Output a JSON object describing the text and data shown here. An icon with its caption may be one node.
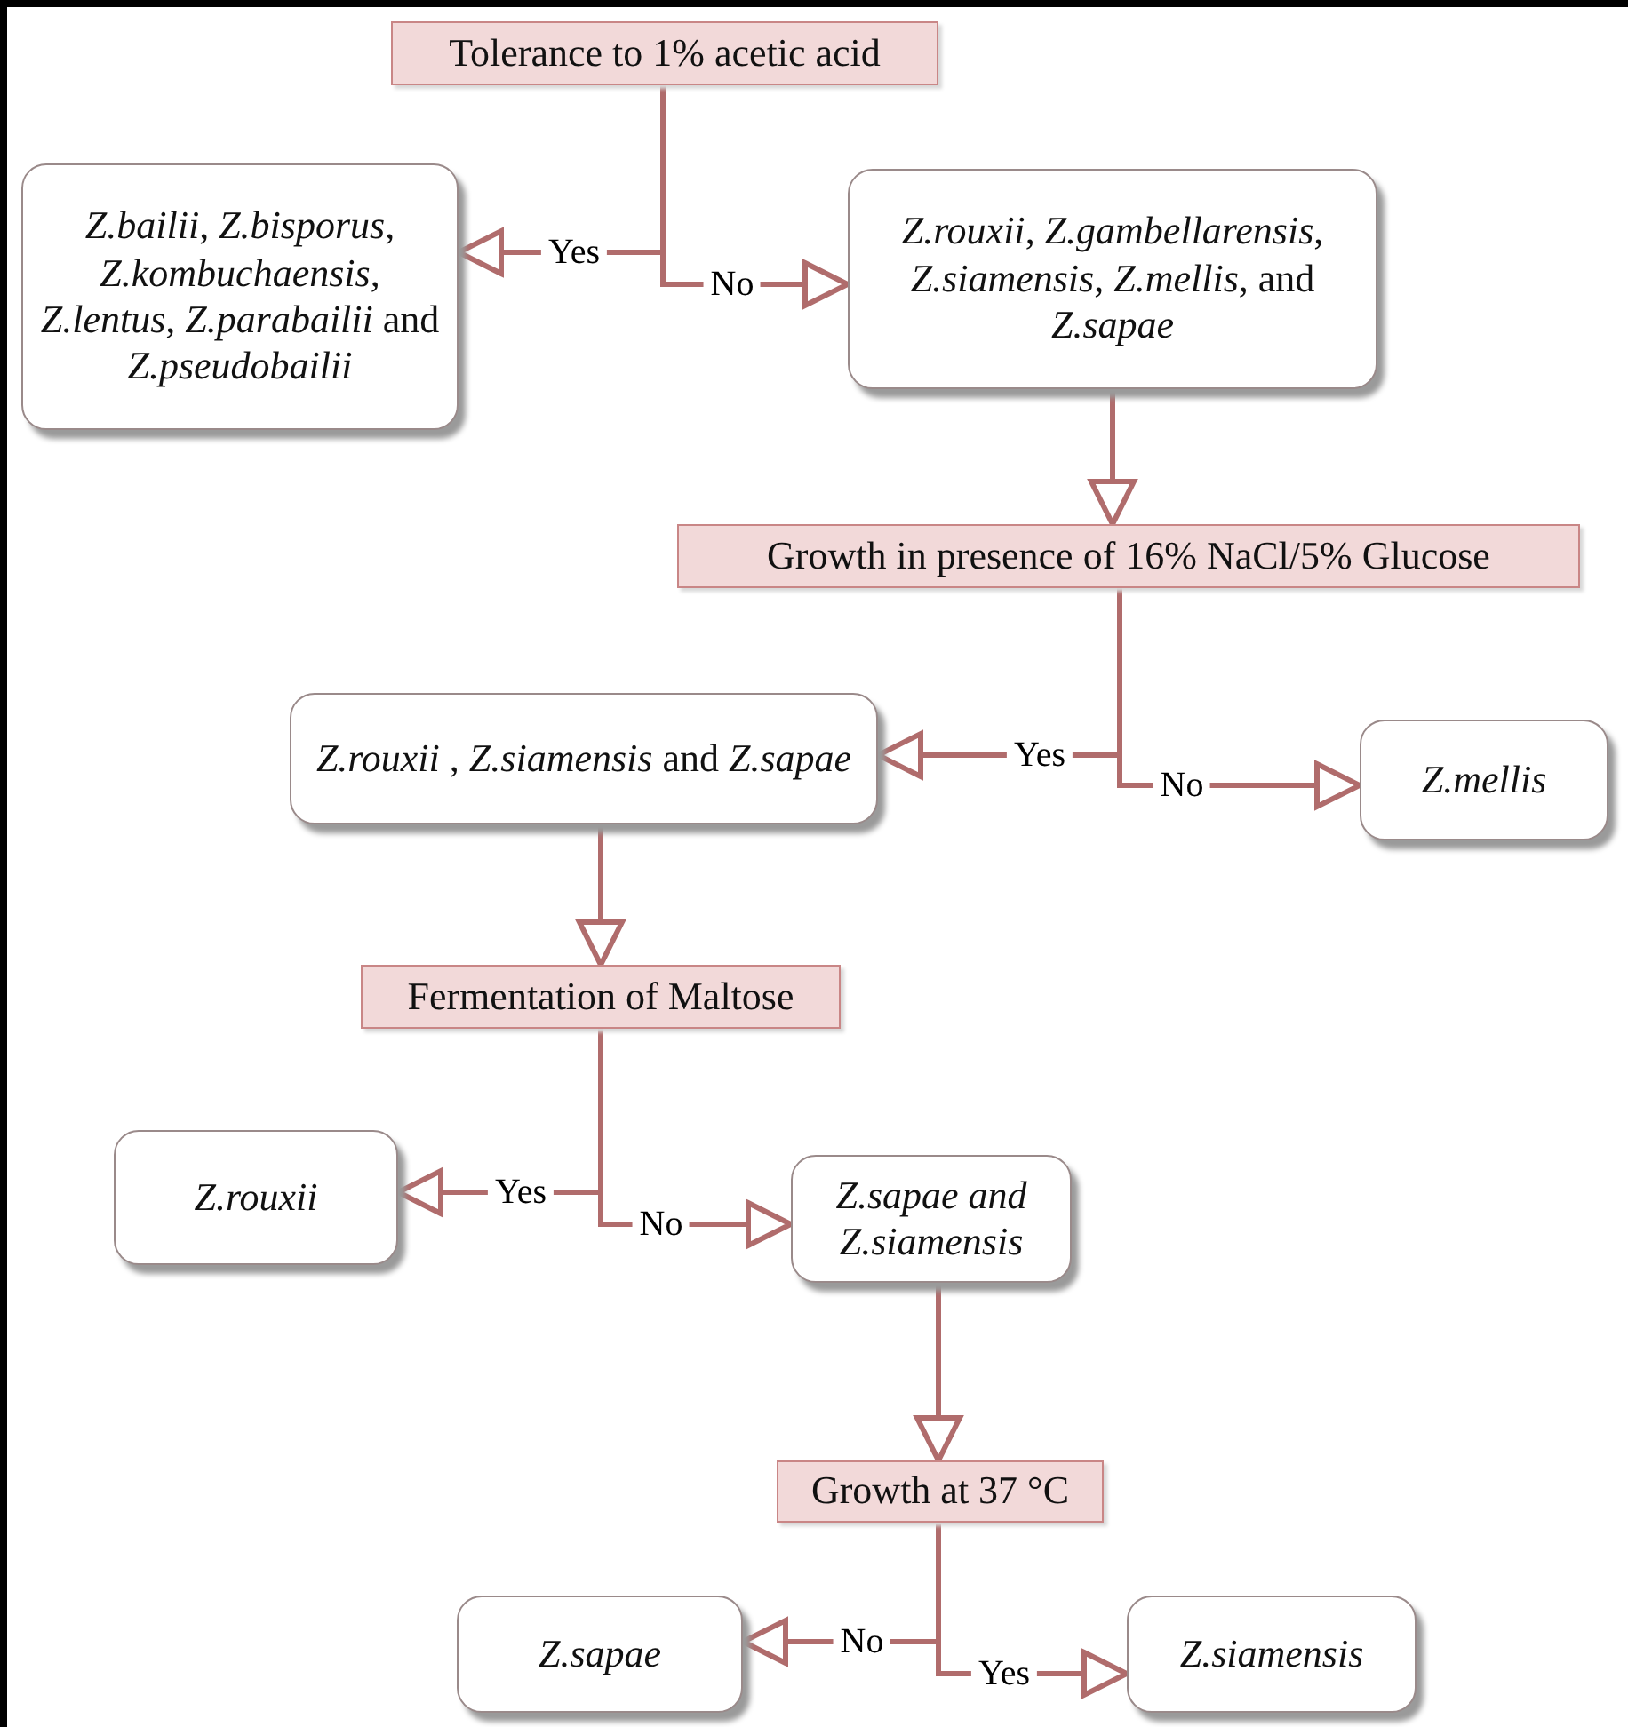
{
  "diagram": {
    "nodes": [
      {
        "text": [
          "Tolerance to 1% acetic acid"
        ]
      },
      {
        "text": [
          "*Z.bailii*, *Z.bisporus*, *Z.kombuchaensis*, *Z.lentus*, *Z.parabailii* and *Z.pseudobailii*"
        ]
      },
      {
        "text": [
          "*Z.rouxii*, *Z.gambellarensis*, *Z.siamensis*, *Z.mellis*, and *Z.sapae*"
        ]
      },
      {
        "text": [
          "Growth in  presence of 16% NaCl/5% Glucose"
        ]
      },
      {
        "text": [
          "*Z.rouxii* , *Z.siamensis* and *Z.sapae*"
        ]
      },
      {
        "text": [
          "Z.mellis"
        ]
      },
      {
        "text": [
          "Fermentation of Maltose"
        ]
      },
      {
        "text": [
          "Z.rouxii"
        ]
      },
      {
        "text": [
          "Z.sapae and Z.siamensis"
        ]
      },
      {
        "text": [
          "Growth at 37 °C"
        ]
      },
      {
        "text": [
          "Z.sapae"
        ]
      },
      {
        "text": [
          "Z.siamensis"
        ]
      }
    ],
    "edges": [
      {
        "from": 0,
        "to": 1,
        "arrow": "to",
        "label": "Yes"
      },
      {
        "from": 0,
        "to": 2,
        "arrow": "to",
        "label": "No"
      },
      {
        "from": 2,
        "to": 3,
        "arrow": "to"
      },
      {
        "from": 3,
        "to": 4,
        "arrow": "to",
        "label": "Yes"
      },
      {
        "from": 3,
        "to": 5,
        "arrow": "to",
        "label": "No"
      },
      {
        "from": 4,
        "to": 6,
        "arrow": "to"
      },
      {
        "from": 6,
        "to": 7,
        "arrow": "to",
        "label": "Yes"
      },
      {
        "from": 6,
        "to": 8,
        "arrow": "to",
        "label": "No"
      },
      {
        "from": 8,
        "to": 9,
        "arrow": "to"
      },
      {
        "from": 9,
        "to": 10,
        "arrow": "to",
        "label": "No"
      },
      {
        "from": 9,
        "to": 11,
        "arrow": "to",
        "label": "Yes"
      }
    ]
  }
}
